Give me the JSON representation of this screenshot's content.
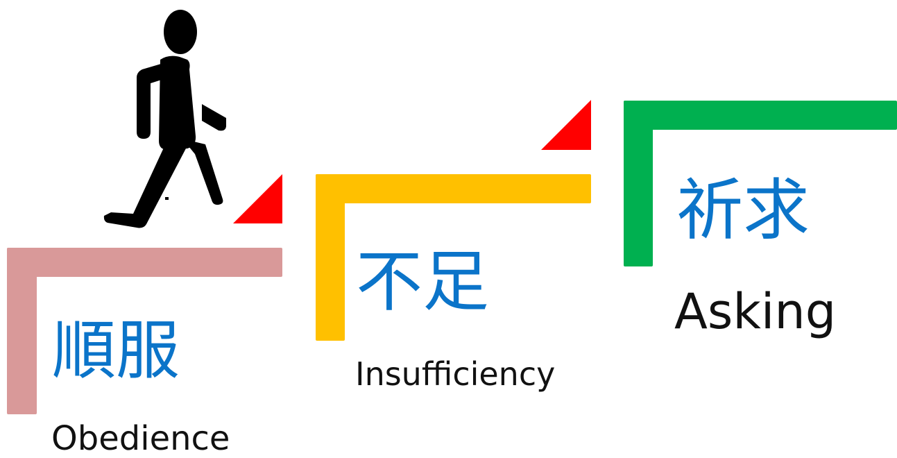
{
  "steps": [
    {
      "title_zh": "順服",
      "title_en": "Obedience",
      "color": "#d99999"
    },
    {
      "title_zh": "不足",
      "title_en": "Insufficiency",
      "color": "#ffc000"
    },
    {
      "title_zh": "祈求",
      "title_en": "Asking",
      "color": "#00b050"
    }
  ],
  "colors": {
    "text_zh": "#0b74c9",
    "text_en": "#111111",
    "arrow": "#ff0000",
    "person": "#000000"
  },
  "icons": {
    "person": "walking-person-icon",
    "arrow": "red-triangle-icon"
  }
}
